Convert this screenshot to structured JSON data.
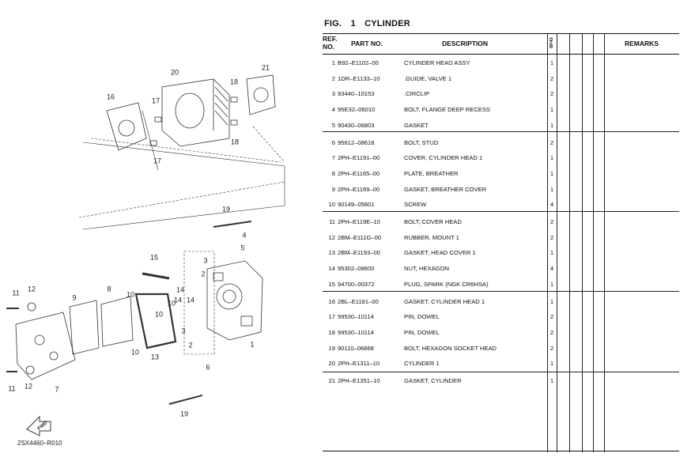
{
  "figure": {
    "label": "FIG.",
    "number": "1",
    "title": "CYLINDER"
  },
  "headers": {
    "ref_no_line1": "REF.",
    "ref_no_line2": "NO.",
    "part_no": "PART NO.",
    "description": "DESCRIPTION",
    "model_code": "BF43",
    "remarks": "REMARKS"
  },
  "parts": [
    {
      "ref": "1",
      "part_no": "B92–E1102–00",
      "description": "CYLINDER HEAD ASSY",
      "qty": "1"
    },
    {
      "ref": "2",
      "part_no": "1DR–E1133–10",
      "description": ".GUIDE, VALVE 1",
      "qty": "2"
    },
    {
      "ref": "3",
      "part_no": "93440–10153",
      "description": ".CIRCLIP",
      "qty": "2"
    },
    {
      "ref": "4",
      "part_no": "95E32–06010",
      "description": "BOLT, FLANGE DEEP RECESS",
      "qty": "1"
    },
    {
      "ref": "5",
      "part_no": "90430–06803",
      "description": "GASKET",
      "qty": "1"
    },
    {
      "ref": "6",
      "part_no": "95612–08618",
      "description": "BOLT, STUD",
      "qty": "2"
    },
    {
      "ref": "7",
      "part_no": "2PH–E1191–00",
      "description": "COVER, CYLINDER HEAD 1",
      "qty": "1"
    },
    {
      "ref": "8",
      "part_no": "2PH–E1165–00",
      "description": "PLATE, BREATHER",
      "qty": "1"
    },
    {
      "ref": "9",
      "part_no": "2PH–E1169–00",
      "description": "GASKET, BREATHER COVER",
      "qty": "1"
    },
    {
      "ref": "10",
      "part_no": "90149–05801",
      "description": "SCREW",
      "qty": "4"
    },
    {
      "ref": "11",
      "part_no": "2PH–E119E–10",
      "description": "BOLT, COVER HEAD",
      "qty": "2"
    },
    {
      "ref": "12",
      "part_no": "2BM–E111G–00",
      "description": "RUBBER, MOUNT 1",
      "qty": "2"
    },
    {
      "ref": "13",
      "part_no": "2BM–E1193–00",
      "description": "GASKET, HEAD COVER 1",
      "qty": "1"
    },
    {
      "ref": "14",
      "part_no": "95302–08600",
      "description": "NUT, HEXAGON",
      "qty": "4"
    },
    {
      "ref": "15",
      "part_no": "94700–00372",
      "description": "PLUG, SPARK (NGK CR6HSA)",
      "qty": "1"
    },
    {
      "ref": "16",
      "part_no": "2BL–E1181–00",
      "description": "GASKET, CYLINDER HEAD 1",
      "qty": "1"
    },
    {
      "ref": "17",
      "part_no": "99530–10114",
      "description": "PIN, DOWEL",
      "qty": "2"
    },
    {
      "ref": "18",
      "part_no": "99530–10114",
      "description": "PIN, DOWEL",
      "qty": "2"
    },
    {
      "ref": "19",
      "part_no": "90110–06868",
      "description": "BOLT, HEXAGON SOCKET HEAD",
      "qty": "2"
    },
    {
      "ref": "20",
      "part_no": "2PH–E1311–10",
      "description": "CYLINDER 1",
      "qty": "1"
    },
    {
      "ref": "21",
      "part_no": "2PH–E1351–10",
      "description": "GASKET, CYLINDER",
      "qty": "1"
    }
  ],
  "diagram": {
    "code": "2SX4460–R010",
    "fwd_label": "FWD",
    "callouts": [
      "20",
      "21",
      "16",
      "17",
      "18",
      "18",
      "17",
      "19",
      "4",
      "5",
      "15",
      "3",
      "2",
      "14",
      "14",
      "14",
      "12",
      "11",
      "9",
      "8",
      "10",
      "10",
      "10",
      "13",
      "2",
      "1",
      "6",
      "11",
      "12",
      "7",
      "19",
      "3",
      "10"
    ]
  }
}
